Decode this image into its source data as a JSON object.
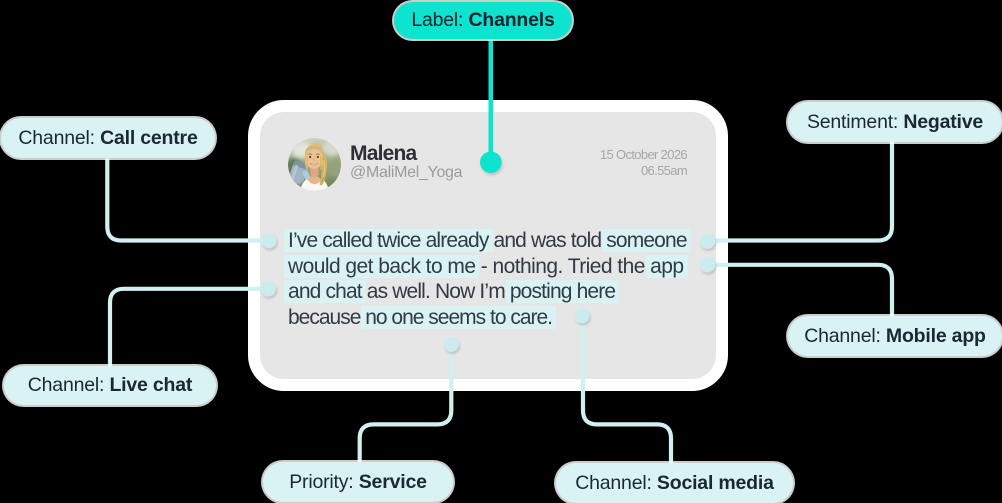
{
  "canvas": {
    "background": "#000000"
  },
  "colors": {
    "card_bg": "#e7e6e6",
    "card_border": "#ffffff",
    "pill_bg": "#d9f3f4",
    "pill_teal_bg": "#0ee3cf",
    "pill_text": "#1b2733",
    "connector": "#cfeef1",
    "connector_teal": "#0ee3cf",
    "highlight": "#d9f3f4",
    "body_text": "#2f3843",
    "muted_text": "#9b9b9b"
  },
  "annotations": {
    "label": {
      "prefix": "Label: ",
      "value": "Channels"
    },
    "call_centre": {
      "prefix": "Channel: ",
      "value": "Call centre"
    },
    "live_chat": {
      "prefix": "Channel: ",
      "value": "Live chat"
    },
    "sentiment": {
      "prefix": "Sentiment: ",
      "value": "Negative"
    },
    "mobile_app": {
      "prefix": "Channel: ",
      "value": "Mobile app"
    },
    "priority": {
      "prefix": "Priority: ",
      "value": "Service"
    },
    "social_media": {
      "prefix": "Channel: ",
      "value": "Social media"
    }
  },
  "post": {
    "author": "Malena",
    "handle": "@MaliMel_Yoga",
    "date": "15 October 2026",
    "time": "06.55am",
    "body_lines": [
      [
        {
          "t": "I’ve called twice already",
          "hl": true
        },
        {
          "t": " and was told ",
          "hl": false
        },
        {
          "t": "someone",
          "hl": true
        }
      ],
      [
        {
          "t": "would get back to me",
          "hl": true
        },
        {
          "t": " - nothing. Tried the ",
          "hl": false
        },
        {
          "t": "app",
          "hl": true
        }
      ],
      [
        {
          "t": "and chat",
          "hl": true
        },
        {
          "t": " as well. Now I’m ",
          "hl": false
        },
        {
          "t": "posting here",
          "hl": true
        }
      ],
      [
        {
          "t": "because ",
          "hl": false
        },
        {
          "t": "no one seems to care.",
          "hl": true
        }
      ]
    ]
  }
}
